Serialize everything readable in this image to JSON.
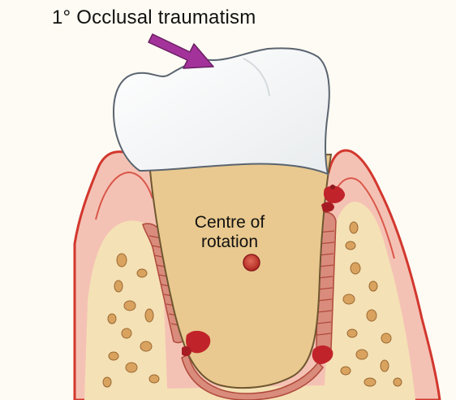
{
  "labels": {
    "title": "1° Occlusal traumatism",
    "centre_line1": "Centre of",
    "centre_line2": "rotation"
  },
  "colors": {
    "background": "#fdfbf3",
    "arrow": "#a3339a",
    "crown": "#ffffff",
    "root": "#e9c98f",
    "bone": "#f5e1b6",
    "gingiva": "#f4c2b4",
    "gingiva_outline": "#d2372e",
    "ligament": "#c75c4e",
    "lesion": "#c1232a",
    "centre_dot": "#c23a2e"
  }
}
